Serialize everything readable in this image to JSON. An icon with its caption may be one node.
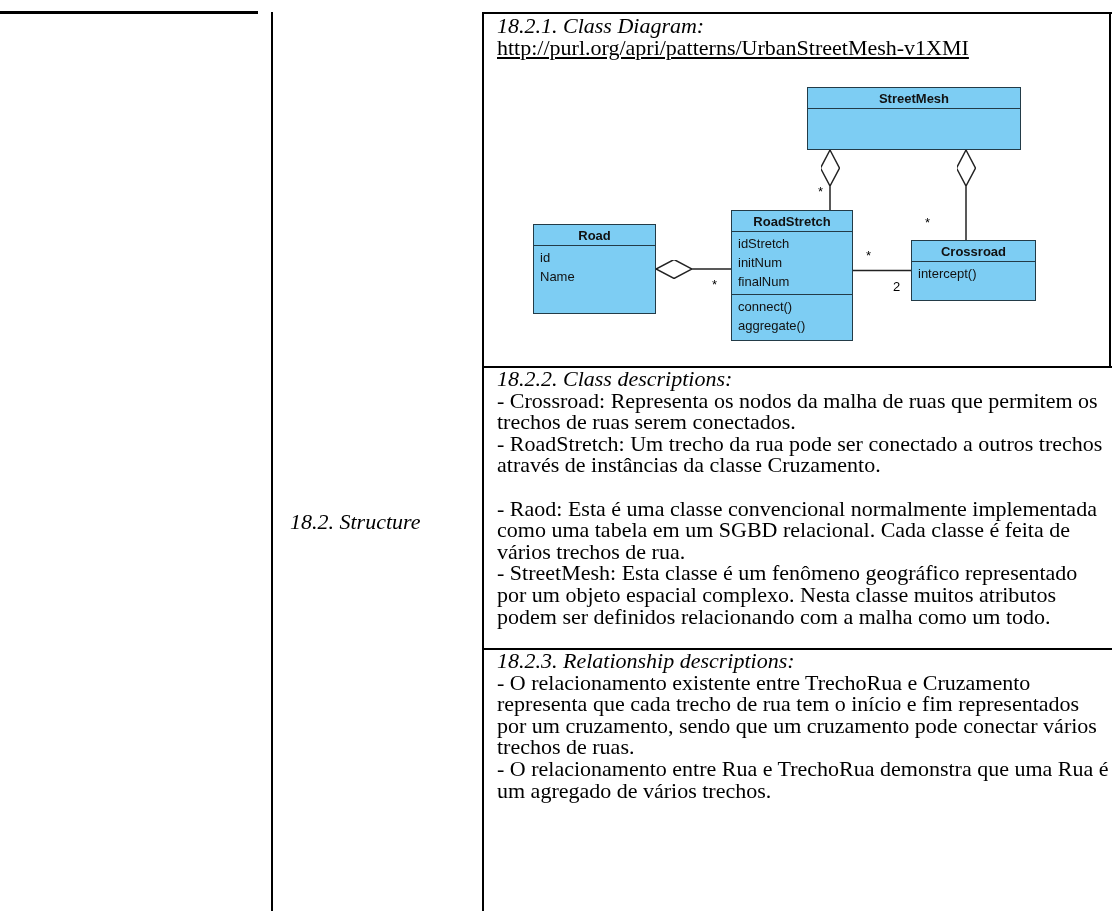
{
  "diagram": {
    "nodes": [
      {
        "text": [
          "StreetMesh"
        ]
      },
      {
        "text": [
          "Road",
          "id",
          "Name"
        ]
      },
      {
        "text": [
          "RoadStretch",
          "idStretch",
          "initNum",
          "finalNum",
          "connect()",
          "aggregate()"
        ]
      },
      {
        "text": [
          "Crossroad",
          "intercept()"
        ]
      }
    ],
    "edges": [
      {
        "from": 0,
        "to": 2,
        "arrow": "other"
      },
      {
        "from": 0,
        "to": 3,
        "arrow": "other"
      },
      {
        "from": 1,
        "to": 2,
        "arrow": "other"
      },
      {
        "from": 2,
        "to": 3,
        "arrow": "none"
      }
    ],
    "labels": [
      "18.2. Structure",
      "18.2.1. Class Diagram:",
      "http://purl.org/apri/patterns/UrbanStreetMesh-v1XMI",
      "*",
      "*",
      "*",
      "*",
      "2",
      "18.2.2. Class descriptions:",
      "- Crossroad: Representa os nodos da malha de ruas que permitem os trechos de ruas serem conectados.",
      "- RoadStretch: Um trecho da rua pode ser conectado a outros trechos através de instâncias da classe Cruzamento.",
      "- Raod: Esta é uma classe convencional normalmente implementada como uma tabela em um SGBD relacional. Cada classe é feita de vários trechos de rua.",
      "- StreetMesh: Esta classe é um fenômeno geográfico representado por um objeto espacial complexo. Nesta classe muitos atributos podem ser definidos relacionando com a malha como um todo.",
      "18.2.3. Relationship descriptions:",
      "- O relacionamento existente entre TrechoRua e Cruzamento representa que cada trecho de rua tem o início e fim representados por um cruzamento, sendo que um cruzamento pode conectar vários trechos de ruas.",
      "- O relacionamento entre Rua e TrechoRua demonstra que uma Rua é um agregado de vários trechos."
    ]
  }
}
